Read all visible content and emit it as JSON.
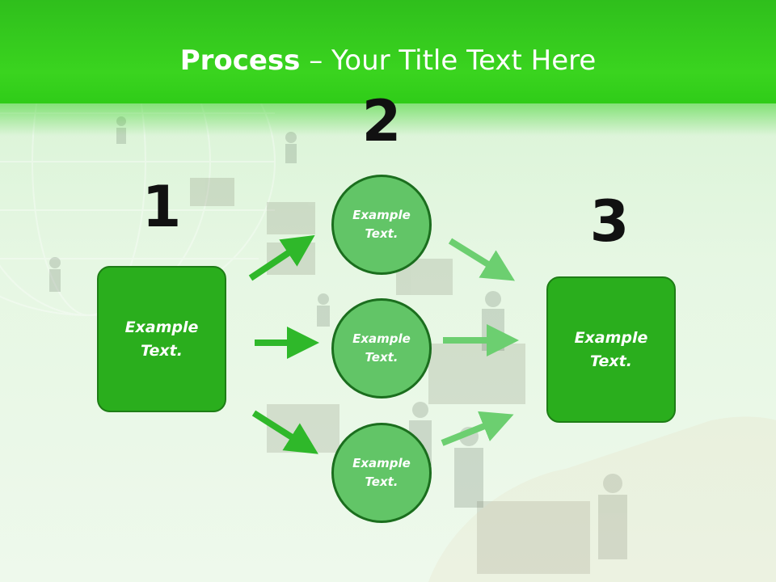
{
  "slide": {
    "title_bold": "Process",
    "title_rest": " – Your Title Text Here",
    "colors": {
      "header": "#33c41c",
      "box": "#2aae1d",
      "circle": "#62c567",
      "arrow_dark": "#2fb82a",
      "arrow_light": "#6ccf70"
    }
  },
  "steps": {
    "one": {
      "number": "1",
      "text": "Example\nText."
    },
    "two": {
      "number": "2"
    },
    "three": {
      "number": "3",
      "text": "Example\nText."
    }
  },
  "circles": [
    {
      "text": "Example\nText."
    },
    {
      "text": "Example\nText."
    },
    {
      "text": "Example\nText."
    }
  ]
}
